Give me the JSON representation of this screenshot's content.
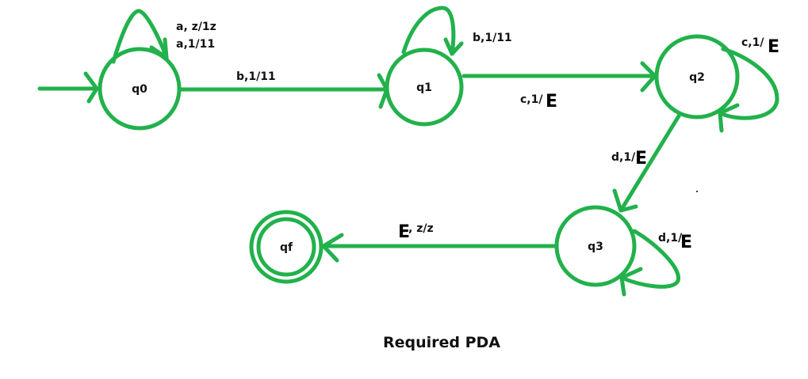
{
  "diagram": {
    "type": "pushdown-automaton",
    "title": "Required PDA",
    "colors": {
      "stroke": "#22b14c",
      "text": "#111111"
    },
    "states": [
      {
        "id": "q0",
        "label": "q0",
        "initial": true,
        "accepting": false
      },
      {
        "id": "q1",
        "label": "q1",
        "initial": false,
        "accepting": false
      },
      {
        "id": "q2",
        "label": "q2",
        "initial": false,
        "accepting": false
      },
      {
        "id": "q3",
        "label": "q3",
        "initial": false,
        "accepting": false
      },
      {
        "id": "qf",
        "label": "qf",
        "initial": false,
        "accepting": true
      }
    ],
    "transitions": [
      {
        "from": "q0",
        "to": "q0",
        "labels": [
          "a, z/1z",
          "a,1/11"
        ]
      },
      {
        "from": "q0",
        "to": "q1",
        "labels": [
          "b,1/11"
        ]
      },
      {
        "from": "q1",
        "to": "q1",
        "labels": [
          "b,1/11"
        ]
      },
      {
        "from": "q1",
        "to": "q2",
        "labels": [
          "c,1/",
          "E"
        ]
      },
      {
        "from": "q2",
        "to": "q2",
        "labels": [
          "c,1/",
          "E"
        ]
      },
      {
        "from": "q2",
        "to": "q3",
        "labels": [
          "d,1/",
          "E"
        ]
      },
      {
        "from": "q3",
        "to": "q3",
        "labels": [
          "d,1/",
          "E"
        ]
      },
      {
        "from": "q3",
        "to": "qf",
        "labels": [
          "E",
          ", z/z"
        ]
      }
    ]
  }
}
